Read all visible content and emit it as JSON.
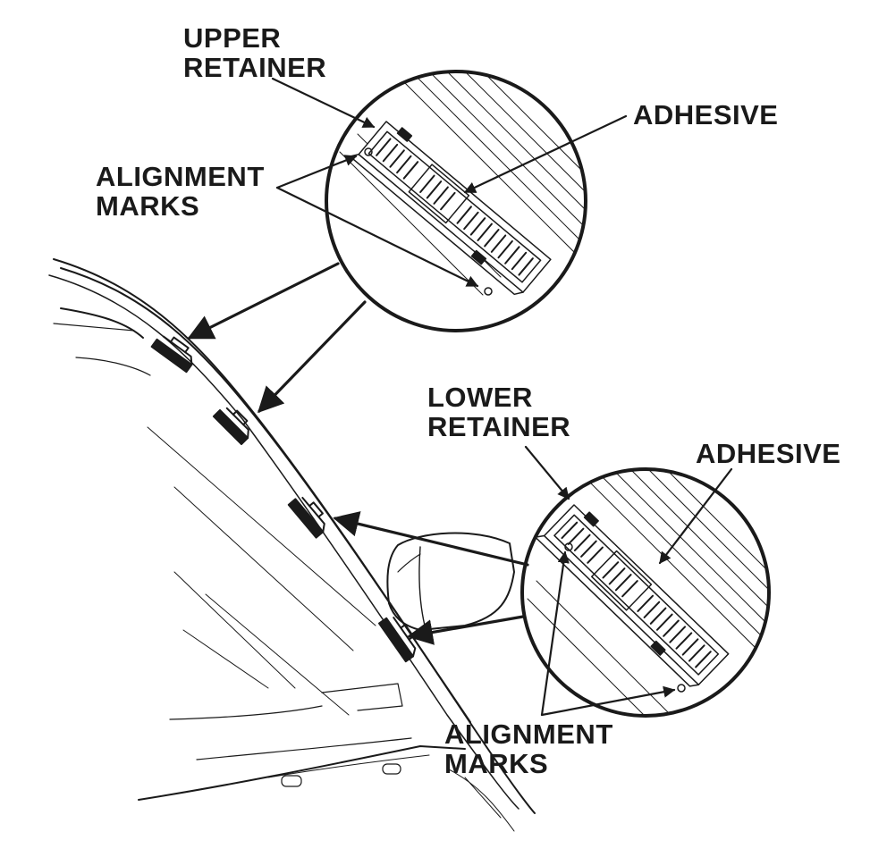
{
  "labels": {
    "upper_retainer": [
      "UPPER",
      "RETAINER"
    ],
    "adhesive_upper": "ADHESIVE",
    "alignment_marks_upper": [
      "ALIGNMENT",
      "MARKS"
    ],
    "lower_retainer": [
      "LOWER",
      "RETAINER"
    ],
    "adhesive_lower": "ADHESIVE",
    "alignment_marks_lower": [
      "ALIGNMENT",
      "MARKS"
    ]
  },
  "colors": {
    "ink": "#1a1a1a",
    "background": "#ffffff"
  }
}
